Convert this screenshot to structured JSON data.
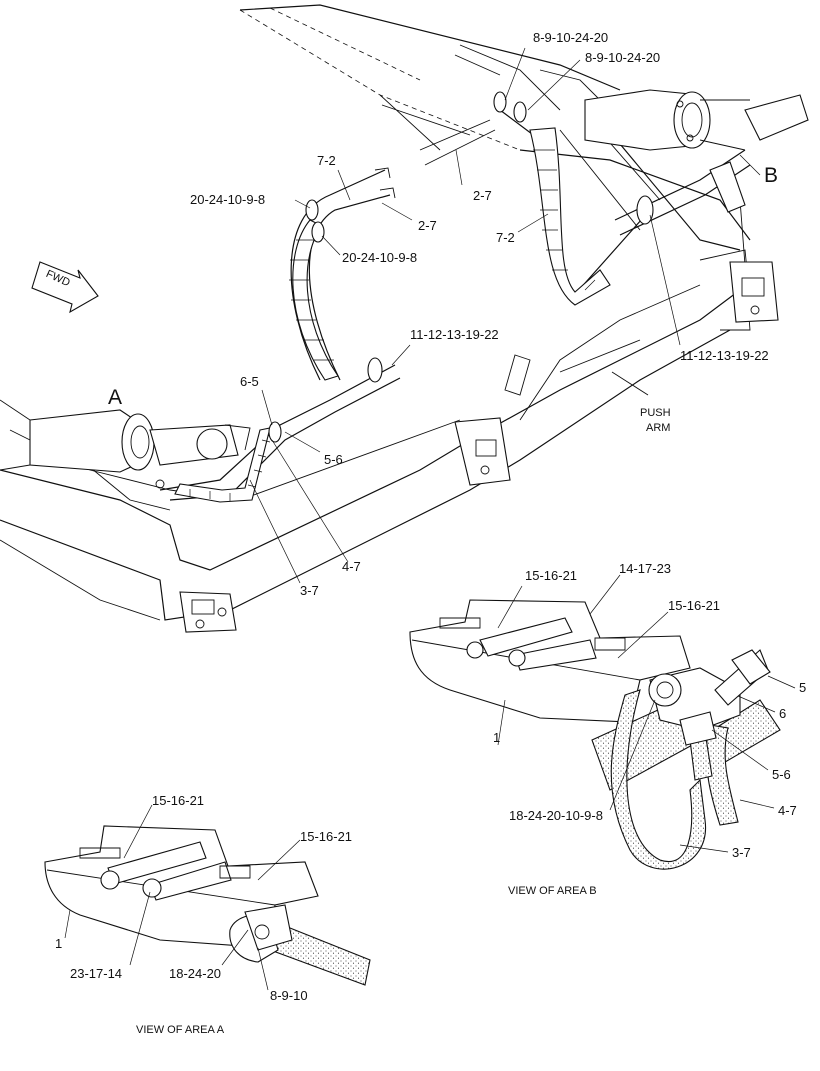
{
  "diagram": {
    "callouts": {
      "c1": "8-9-10-24-20",
      "c2": "8-9-10-24-20",
      "c3": "7-2",
      "c4": "20-24-10-9-8",
      "c5": "2-7",
      "c6": "20-24-10-9-8",
      "c7": "2-7",
      "c8": "7-2",
      "c9": "B",
      "c10": "11-12-13-19-22",
      "c11": "11-12-13-19-22",
      "c12": "A",
      "c13": "6-5",
      "c14": "5-6",
      "c15": "4-7",
      "c16": "3-7",
      "c17": "PUSH",
      "c18": "ARM",
      "c19": "FWD"
    },
    "area_b": {
      "callouts": {
        "b1": "15-16-21",
        "b2": "14-17-23",
        "b3": "15-16-21",
        "b4": "5",
        "b5": "6",
        "b6": "1",
        "b7": "5-6",
        "b8": "4-7",
        "b9": "18-24-20-10-9-8",
        "b10": "3-7"
      },
      "caption": "VIEW OF AREA B"
    },
    "area_a": {
      "callouts": {
        "a1": "15-16-21",
        "a2": "15-16-21",
        "a3": "1",
        "a4": "23-17-14",
        "a5": "18-24-20",
        "a6": "8-9-10"
      },
      "caption": "VIEW OF AREA A"
    }
  }
}
